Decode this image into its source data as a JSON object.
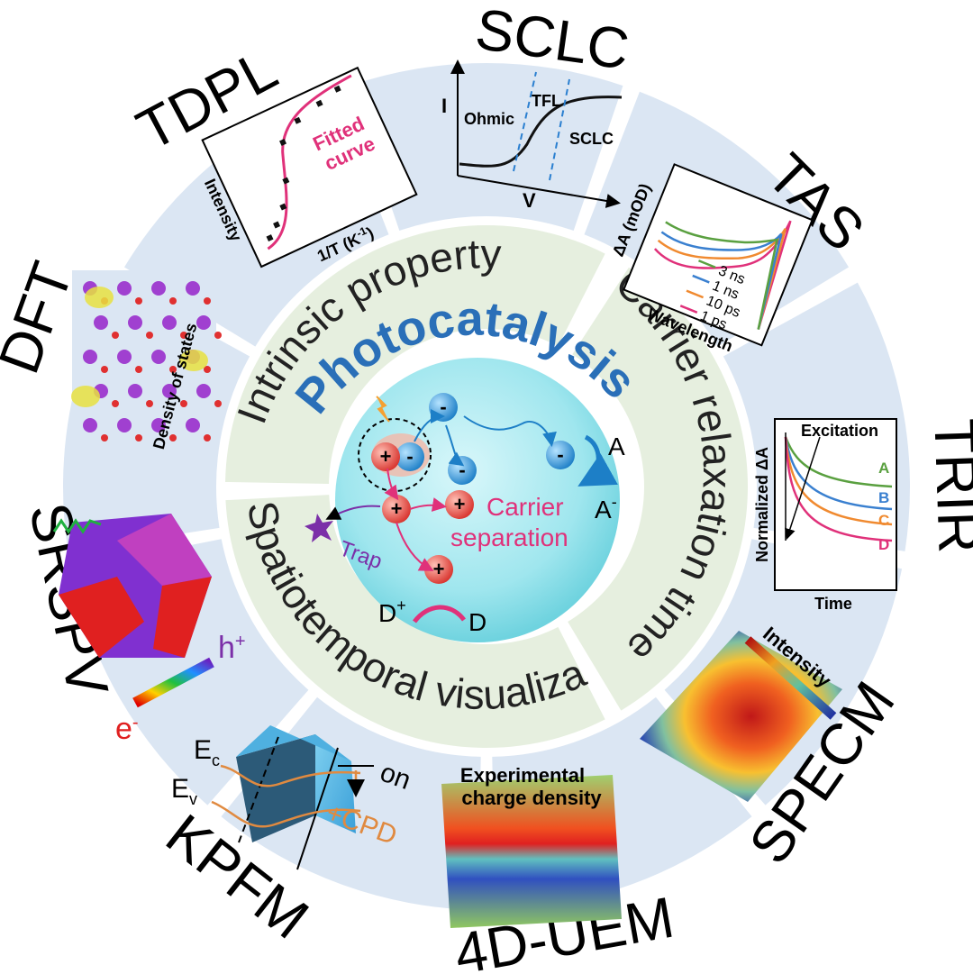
{
  "title": "Photocatalysis",
  "ring": {
    "intrinsic": "Intrinsic property",
    "carrier": "Carrier relaxation time",
    "spatiotemporal": "Spatiotemporal visualization"
  },
  "techniques": {
    "sclc": "SCLC",
    "tas": "TAS",
    "trir": "TRIR",
    "specm": "SPECM",
    "uem": "4D-UEM",
    "kpfm": "KPFM",
    "srspv": "SRSPV",
    "dft": "DFT",
    "tdpl": "TDPL"
  },
  "panels": {
    "tdpl": {
      "ylabel": "Intensity",
      "xlabel": "1/T (K",
      "xlabel_sup": "-1",
      "xlabel_end": ")",
      "curve_l1": "Fitted",
      "curve_l2": "curve"
    },
    "sclc": {
      "ylabel": "I",
      "xlabel": "V",
      "r1": "Ohmic",
      "r2": "TFL",
      "r3": "SCLC"
    },
    "tas": {
      "ylabel": "ΔA (mOD)",
      "xlabel": "Wavelength",
      "legend": [
        "3 ns",
        "1 ns",
        "10 ps",
        "1 ps"
      ]
    },
    "trir": {
      "ylabel": "Normalized ΔA",
      "xlabel": "Time",
      "note": "Excitation",
      "series": [
        "A",
        "B",
        "C",
        "D"
      ]
    },
    "specm": {
      "scale": "Intensity"
    },
    "uem": {
      "l1": "Experimental",
      "l2": "charge density"
    },
    "kpfm": {
      "ec": "E",
      "ec_sub": "c",
      "ev": "E",
      "ev_sub": "v",
      "on": "on",
      "cpd": "+CPD"
    },
    "srspv": {
      "h": "h",
      "h_sup": "+",
      "e": "e",
      "e_sup": "-"
    },
    "dft": {
      "label": "Density of states"
    }
  },
  "center": {
    "minus": "-",
    "plus": "+",
    "acceptor": "A",
    "acceptor_sup": "-",
    "donor": "D",
    "donor_sup": "+",
    "trap": "Trap",
    "sep1": "Carrier",
    "sep2": "separation"
  },
  "colors": {
    "panel": "#dbe6f3",
    "ring": "#e6efdf",
    "sphere": "#8fe0ea",
    "title": "#2a6fb8",
    "magenta": "#e0317a",
    "electron": "#2f9de0",
    "hole": "#e84c4c",
    "purple": "#7b2fa8"
  },
  "chart_data": [
    {
      "type": "line",
      "title": "",
      "xlabel": "1/T (K-1)",
      "ylabel": "Intensity",
      "annotations": [
        "Fitted curve"
      ],
      "series": [
        {
          "name": "Fitted curve",
          "x": [
            0,
            1.5,
            3,
            4,
            5,
            6,
            7,
            8,
            9,
            10
          ],
          "y": [
            0.05,
            0.1,
            0.2,
            0.45,
            0.72,
            0.84,
            0.9,
            0.93,
            0.95,
            0.97
          ]
        }
      ]
    },
    {
      "type": "line",
      "title": "",
      "xlabel": "V",
      "ylabel": "I",
      "annotations": [
        "Ohmic",
        "TFL",
        "SCLC"
      ],
      "series": [
        {
          "x": [
            0,
            1,
            2,
            3,
            4,
            5,
            6,
            7,
            8,
            9,
            10
          ],
          "y": [
            0.05,
            0.05,
            0.06,
            0.1,
            0.2,
            0.4,
            0.62,
            0.8,
            0.88,
            0.92,
            0.93
          ]
        }
      ]
    },
    {
      "type": "line",
      "title": "",
      "xlabel": "Wavelength",
      "ylabel": "ΔA (mOD)",
      "series": [
        {
          "name": "3 ns",
          "x": [
            0,
            1,
            2,
            3,
            4,
            5,
            6,
            7,
            8,
            9,
            10
          ],
          "y": [
            -0.1,
            -0.2,
            -0.35,
            -0.45,
            -0.4,
            -0.3,
            -0.2,
            -0.1,
            0.6,
            -0.6,
            -0.9
          ]
        },
        {
          "name": "1 ns",
          "x": [
            0,
            1,
            2,
            3,
            4,
            5,
            6,
            7,
            8,
            9,
            10
          ],
          "y": [
            -0.1,
            -0.3,
            -0.5,
            -0.6,
            -0.55,
            -0.45,
            -0.35,
            -0.2,
            0.5,
            -0.6,
            -0.9
          ]
        },
        {
          "name": "10 ps",
          "x": [
            0,
            1,
            2,
            3,
            4,
            5,
            6,
            7,
            8,
            9,
            10
          ],
          "y": [
            -0.1,
            -0.4,
            -0.65,
            -0.75,
            -0.7,
            -0.6,
            -0.5,
            -0.3,
            0.4,
            -0.6,
            -0.9
          ]
        },
        {
          "name": "1 ps",
          "x": [
            0,
            1,
            2,
            3,
            4,
            5,
            6,
            7,
            8,
            9,
            10
          ],
          "y": [
            -0.2,
            -0.6,
            -0.85,
            -0.9,
            -0.85,
            -0.75,
            -0.6,
            -0.4,
            0.3,
            -0.6,
            -0.9
          ]
        }
      ]
    },
    {
      "type": "line",
      "title": "",
      "xlabel": "Time",
      "ylabel": "Normalized ΔA",
      "annotations": [
        "Excitation"
      ],
      "series": [
        {
          "name": "A",
          "x": [
            0,
            1,
            2,
            4,
            6,
            8,
            10
          ],
          "y": [
            1,
            0.75,
            0.6,
            0.47,
            0.42,
            0.4,
            0.39
          ]
        },
        {
          "name": "B",
          "x": [
            0,
            1,
            2,
            4,
            6,
            8,
            10
          ],
          "y": [
            1,
            0.6,
            0.42,
            0.3,
            0.27,
            0.25,
            0.24
          ]
        },
        {
          "name": "C",
          "x": [
            0,
            1,
            2,
            4,
            6,
            8,
            10
          ],
          "y": [
            1,
            0.5,
            0.32,
            0.22,
            0.2,
            0.19,
            0.18
          ]
        },
        {
          "name": "D",
          "x": [
            0,
            1,
            2,
            4,
            6,
            8,
            10
          ],
          "y": [
            1,
            0.4,
            0.22,
            0.12,
            0.1,
            0.09,
            0.08
          ]
        }
      ]
    }
  ]
}
